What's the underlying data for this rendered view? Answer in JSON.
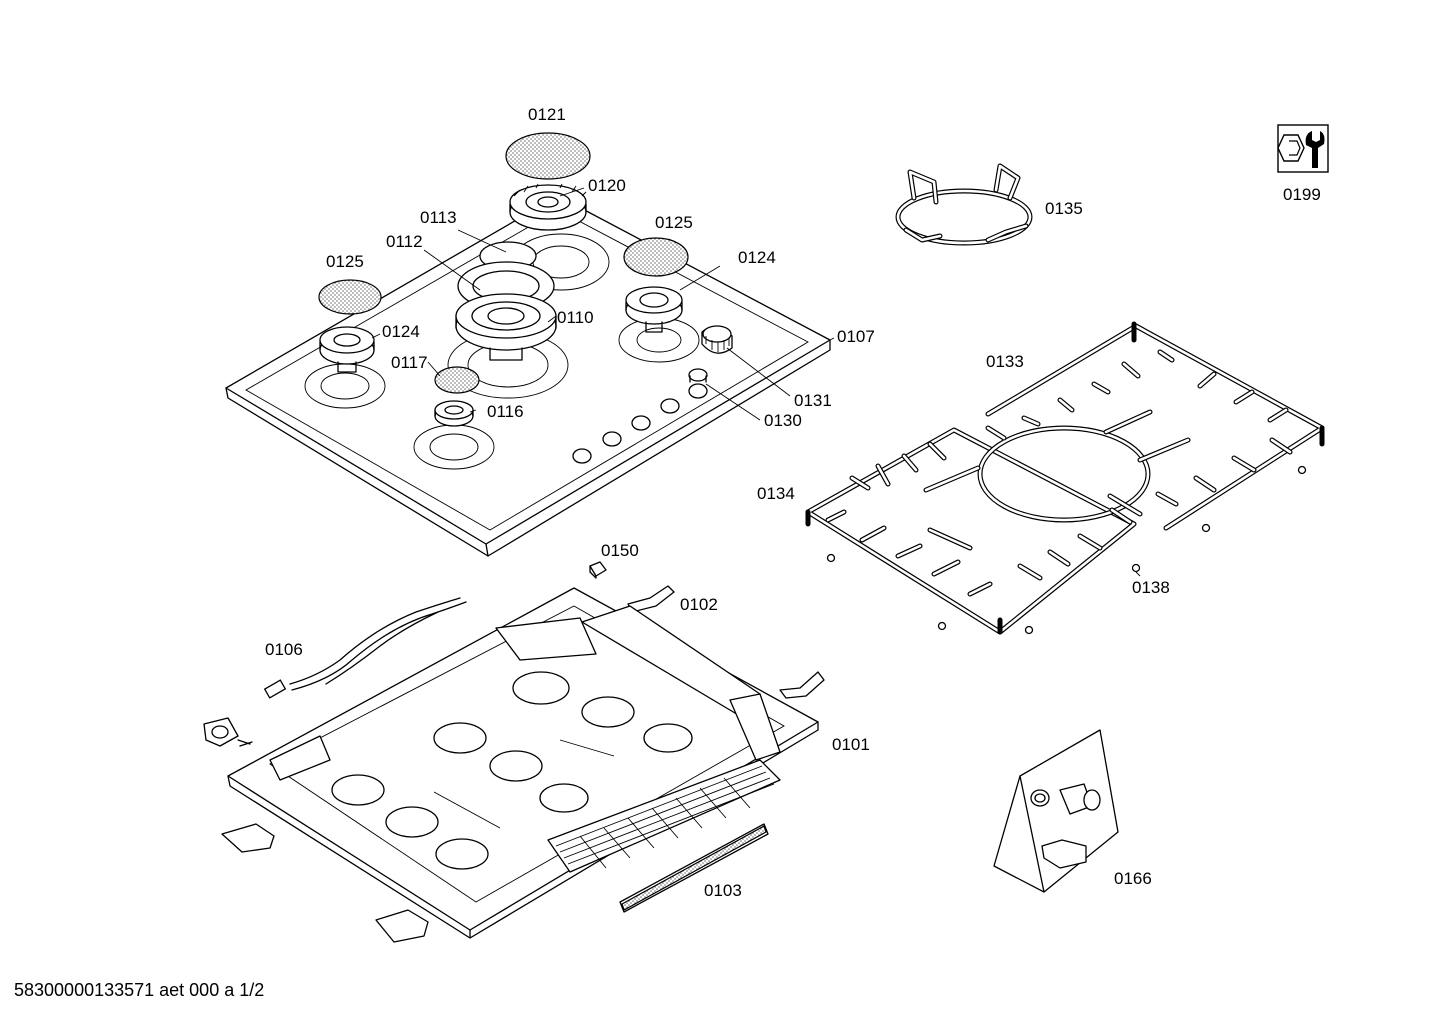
{
  "document_ref": "58300000133571 aet 000 a 1/2",
  "part_labels": {
    "p0121": "0121",
    "p0120": "0120",
    "p0113": "0113",
    "p0112": "0112",
    "p0125a": "0125",
    "p0125b": "0125",
    "p0124a": "0124",
    "p0124b": "0124",
    "p0110": "0110",
    "p0117": "0117",
    "p0116": "0116",
    "p0107": "0107",
    "p0131": "0131",
    "p0130": "0130",
    "p0135": "0135",
    "p0199": "0199",
    "p0133": "0133",
    "p0134": "0134",
    "p0138": "0138",
    "p0150": "0150",
    "p0102": "0102",
    "p0106": "0106",
    "p0101": "0101",
    "p0103": "0103",
    "p0166": "0166"
  }
}
